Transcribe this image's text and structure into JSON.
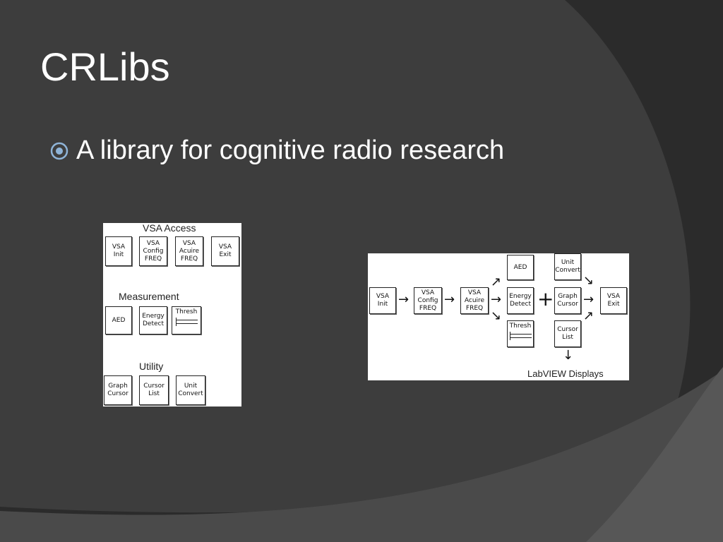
{
  "slide": {
    "title": "CRLibs",
    "bullet": "A library for cognitive radio research",
    "bullet_icon": "circled-dot-bullet-icon",
    "colors": {
      "background": "#2b2b2b",
      "text": "#ffffff",
      "bullet": "#8fb4d8"
    }
  },
  "left_panel": {
    "vsa_title": "VSA Access",
    "vsa_blocks": [
      {
        "l1": "VSA",
        "l2": "Init",
        "l3": ""
      },
      {
        "l1": "VSA",
        "l2": "Config",
        "l3": "FREQ"
      },
      {
        "l1": "VSA",
        "l2": "Acuire",
        "l3": "FREQ"
      },
      {
        "l1": "VSA",
        "l2": "Exit",
        "l3": ""
      }
    ],
    "measurement_title": "Measurement",
    "measurement_blocks": [
      {
        "l1": "AED",
        "l2": ""
      },
      {
        "l1": "Energy",
        "l2": "Detect"
      },
      {
        "l1": "Thresh",
        "l2": ""
      }
    ],
    "utility_title": "Utility",
    "utility_blocks": [
      {
        "l1": "Graph",
        "l2": "Cursor"
      },
      {
        "l1": "Cursor",
        "l2": "List"
      },
      {
        "l1": "Unit",
        "l2": "Convert"
      }
    ]
  },
  "right_panel": {
    "blocks": {
      "vsa_init": {
        "l1": "VSA",
        "l2": "Init"
      },
      "vsa_config": {
        "l1": "VSA",
        "l2": "Config",
        "l3": "FREQ"
      },
      "vsa_acquire": {
        "l1": "VSA",
        "l2": "Acuire",
        "l3": "FREQ"
      },
      "aed": {
        "l1": "AED"
      },
      "energy_detect": {
        "l1": "Energy",
        "l2": "Detect"
      },
      "thresh": {
        "l1": "Thresh"
      },
      "unit_convert": {
        "l1": "Unit",
        "l2": "Convert"
      },
      "graph_cursor": {
        "l1": "Graph",
        "l2": "Cursor"
      },
      "cursor_list": {
        "l1": "Cursor",
        "l2": "List"
      },
      "vsa_exit": {
        "l1": "VSA",
        "l2": "Exit"
      }
    },
    "plus": "+",
    "caption": "LabVIEW Displays"
  }
}
